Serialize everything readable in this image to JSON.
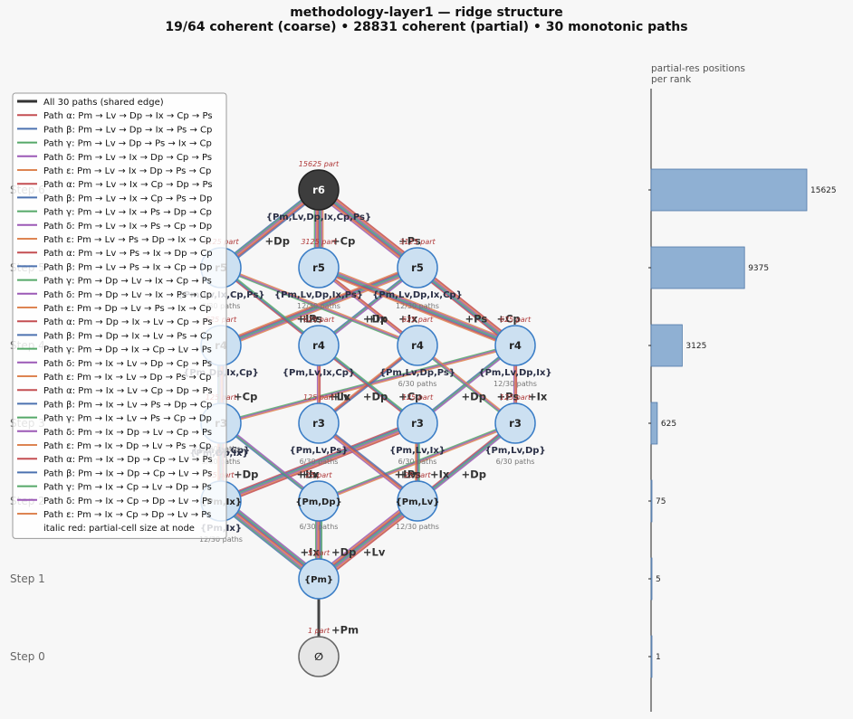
{
  "title": {
    "line1": "methodology-layer1 — ridge structure",
    "line2": "19/64 coherent (coarse)  •  28831 coherent (partial)  •  30 monotonic paths"
  },
  "colors": {
    "background": "#f7f7f7",
    "node_fill": "#cce0f1",
    "node_stroke": "#3a7dc6",
    "top_node_fill": "#3d3d3d",
    "empty_node_fill": "#e6e6e6",
    "bar_fill": "#8fb0d3",
    "partial_label": "#b03a3a",
    "path_palette": [
      "#c44e52",
      "#4c72b0",
      "#55a868",
      "#9b59b6",
      "#dd8452"
    ]
  },
  "steps": [
    {
      "label": "Step 0",
      "bar_value": 1,
      "bar_label": "1"
    },
    {
      "label": "Step 1",
      "bar_value": 5,
      "bar_label": "5"
    },
    {
      "label": "Step 2",
      "bar_value": 75,
      "bar_label": "75"
    },
    {
      "label": "Step 3",
      "bar_value": 625,
      "bar_label": "625"
    },
    {
      "label": "Step 4",
      "bar_value": 3125,
      "bar_label": "3125"
    },
    {
      "label": "Step 5",
      "bar_value": 9375,
      "bar_label": "9375"
    },
    {
      "label": "Step 6",
      "bar_value": 15625,
      "bar_label": "15625"
    }
  ],
  "bar_panel": {
    "title_line1": "partial-res positions",
    "title_line2": "per rank",
    "max": 15625
  },
  "nodes": [
    {
      "id": "n0",
      "step": 0,
      "col": 0,
      "label": "∅",
      "partial": "1 part",
      "set": "",
      "paths": "",
      "kind": "empty"
    },
    {
      "id": "n1",
      "step": 1,
      "col": 0,
      "label": "{Pm}",
      "partial": "5 part",
      "set": "",
      "paths": "",
      "kind": "normal"
    },
    {
      "id": "n2a",
      "step": 2,
      "col": -1,
      "label": "{Pm,Ix}",
      "partial": "25 part",
      "set": "{Pm,Ix}",
      "paths": "12/30 paths",
      "kind": "normal"
    },
    {
      "id": "n2b",
      "step": 2,
      "col": 0,
      "label": "{Pm,Dp}",
      "partial": "25 part",
      "set": "",
      "paths": "6/30 paths",
      "kind": "normal"
    },
    {
      "id": "n2c",
      "step": 2,
      "col": 1,
      "label": "{Pm,Lv}",
      "partial": "25 part",
      "set": "",
      "paths": "12/30 paths",
      "kind": "normal"
    },
    {
      "id": "n3a",
      "step": 3,
      "col": -1,
      "label": "r3",
      "partial": "125 part",
      "set": "{Pm,Ix,Cp}",
      "paths": "3/30 paths",
      "kind": "normal"
    },
    {
      "id": "n3b",
      "step": 3,
      "col": 0,
      "label": "r3",
      "partial": "125 part",
      "set": "{Pm,Lv,Ps}",
      "paths": "6/30 paths",
      "kind": "normal"
    },
    {
      "id": "n3c",
      "step": 3,
      "col": 1,
      "label": "r3",
      "partial": "125 part",
      "set": "{Pm,Lv,Ix}",
      "paths": "6/30 paths",
      "kind": "normal"
    },
    {
      "id": "n3d",
      "step": 3,
      "col": 2,
      "label": "r3",
      "partial": "125 part",
      "set": "{Pm,Lv,Dp}",
      "paths": "6/30 paths",
      "kind": "normal"
    },
    {
      "id": "n3e",
      "step": 3,
      "col": -1,
      "label": "",
      "partial": "",
      "set": "{Pm,Dp,Ix}",
      "paths": "6/30 paths",
      "kind": "hidden"
    },
    {
      "id": "n4a",
      "step": 4,
      "col": -1,
      "label": "r4",
      "partial": "625 part",
      "set": "{Pm,Dp,Ix,Cp}",
      "paths": "",
      "kind": "normal"
    },
    {
      "id": "n4b",
      "step": 4,
      "col": 0,
      "label": "r4",
      "partial": "625 part",
      "set": "{Pm,Lv,Ix,Cp}",
      "paths": "",
      "kind": "normal"
    },
    {
      "id": "n4c",
      "step": 4,
      "col": 1,
      "label": "r4",
      "partial": "625 part",
      "set": "{Pm,Lv,Dp,Ps}",
      "paths": "6/30 paths",
      "kind": "normal"
    },
    {
      "id": "n4d",
      "step": 4,
      "col": 2,
      "label": "r4",
      "partial": "625 part",
      "set": "{Pm,Lv,Dp,Ix}",
      "paths": "12/30 paths",
      "kind": "normal"
    },
    {
      "id": "n5a",
      "step": 5,
      "col": -1,
      "label": "r5",
      "partial": "3125 part",
      "set": "{Pm,Lv,Ix,Cp,Ps}",
      "paths": "6/30 paths",
      "kind": "normal"
    },
    {
      "id": "n5b",
      "step": 5,
      "col": 0,
      "label": "r5",
      "partial": "3125 part",
      "set": "{Pm,Lv,Dp,Ix,Ps}",
      "paths": "12/30 paths",
      "kind": "normal"
    },
    {
      "id": "n5c",
      "step": 5,
      "col": 1,
      "label": "r5",
      "partial": "3125 part",
      "set": "{Pm,Lv,Dp,Ix,Cp}",
      "paths": "12/30 paths",
      "kind": "normal"
    },
    {
      "id": "n6",
      "step": 6,
      "col": 0,
      "label": "r6",
      "partial": "15625 part",
      "set": "{Pm,Lv,Dp,Ix,Cp,Ps}",
      "paths": "",
      "kind": "top"
    }
  ],
  "edges": [
    {
      "from": "n0",
      "to": "n1",
      "label": "+Pm",
      "count": 30
    },
    {
      "from": "n1",
      "to": "n2a",
      "label": "+Ix",
      "count": 12
    },
    {
      "from": "n1",
      "to": "n2b",
      "label": "+Dp",
      "count": 6
    },
    {
      "from": "n1",
      "to": "n2c",
      "label": "+Lv",
      "count": 12
    },
    {
      "from": "n2a",
      "to": "n3a",
      "label": "+Dp",
      "count": 6
    },
    {
      "from": "n2a",
      "to": "n3c",
      "label": "+Lv",
      "count": 6
    },
    {
      "from": "n2b",
      "to": "n3a",
      "label": "+Ix",
      "count": 3
    },
    {
      "from": "n2b",
      "to": "n3d",
      "label": "+Lv",
      "count": 3
    },
    {
      "from": "n2c",
      "to": "n3b",
      "label": "+Ps",
      "count": 4
    },
    {
      "from": "n2c",
      "to": "n3c",
      "label": "+Ix",
      "count": 4
    },
    {
      "from": "n2c",
      "to": "n3d",
      "label": "+Dp",
      "count": 4
    },
    {
      "from": "n3a",
      "to": "n4a",
      "label": "+Cp",
      "count": 6
    },
    {
      "from": "n3a",
      "to": "n4d",
      "label": "+Lv",
      "count": 3
    },
    {
      "from": "n3b",
      "to": "n4b",
      "label": "+Ix",
      "count": 3
    },
    {
      "from": "n3b",
      "to": "n4c",
      "label": "+Dp",
      "count": 3
    },
    {
      "from": "n3c",
      "to": "n4b",
      "label": "+Cp",
      "count": 3
    },
    {
      "from": "n3c",
      "to": "n4d",
      "label": "+Dp",
      "count": 3
    },
    {
      "from": "n3d",
      "to": "n4c",
      "label": "+Ps",
      "count": 3
    },
    {
      "from": "n3d",
      "to": "n4d",
      "label": "+Ix",
      "count": 3
    },
    {
      "from": "n4a",
      "to": "n5c",
      "label": "+Lv",
      "count": 6
    },
    {
      "from": "n4b",
      "to": "n5a",
      "label": "+Ps",
      "count": 3
    },
    {
      "from": "n4b",
      "to": "n5c",
      "label": "+Dp",
      "count": 3
    },
    {
      "from": "n4c",
      "to": "n5a",
      "label": "+Ix",
      "count": 3
    },
    {
      "from": "n4c",
      "to": "n5b",
      "label": "+Ix",
      "count": 3
    },
    {
      "from": "n4d",
      "to": "n5b",
      "label": "+Ps",
      "count": 6
    },
    {
      "from": "n4d",
      "to": "n5c",
      "label": "+Cp",
      "count": 6
    },
    {
      "from": "n5a",
      "to": "n6",
      "label": "+Dp",
      "count": 6
    },
    {
      "from": "n5b",
      "to": "n6",
      "label": "+Cp",
      "count": 12
    },
    {
      "from": "n5c",
      "to": "n6",
      "label": "+Ps",
      "count": 12
    }
  ],
  "legend": {
    "shared_edge": "All 30 paths (shared edge)",
    "note": "italic red: partial-cell size at node",
    "paths": [
      "Path α: Pm → Lv → Dp → Ix → Cp → Ps",
      "Path β: Pm → Lv → Dp → Ix → Ps → Cp",
      "Path γ: Pm → Lv → Dp → Ps → Ix → Cp",
      "Path δ: Pm → Lv → Ix → Dp → Cp → Ps",
      "Path ε: Pm → Lv → Ix → Dp → Ps → Cp",
      "Path α: Pm → Lv → Ix → Cp → Dp → Ps",
      "Path β: Pm → Lv → Ix → Cp → Ps → Dp",
      "Path γ: Pm → Lv → Ix → Ps → Dp → Cp",
      "Path δ: Pm → Lv → Ix → Ps → Cp → Dp",
      "Path ε: Pm → Lv → Ps → Dp → Ix → Cp",
      "Path α: Pm → Lv → Ps → Ix → Dp → Cp",
      "Path β: Pm → Lv → Ps → Ix → Cp → Dp",
      "Path γ: Pm → Dp → Lv → Ix → Cp → Ps",
      "Path δ: Pm → Dp → Lv → Ix → Ps → Cp",
      "Path ε: Pm → Dp → Lv → Ps → Ix → Cp",
      "Path α: Pm → Dp → Ix → Lv → Cp → Ps",
      "Path β: Pm → Dp → Ix → Lv → Ps → Cp",
      "Path γ: Pm → Dp → Ix → Cp → Lv → Ps",
      "Path δ: Pm → Ix → Lv → Dp → Cp → Ps",
      "Path ε: Pm → Ix → Lv → Dp → Ps → Cp",
      "Path α: Pm → Ix → Lv → Cp → Dp → Ps",
      "Path β: Pm → Ix → Lv → Ps → Dp → Cp",
      "Path γ: Pm → Ix → Lv → Ps → Cp → Dp",
      "Path δ: Pm → Ix → Dp → Lv → Cp → Ps",
      "Path ε: Pm → Ix → Dp → Lv → Ps → Cp",
      "Path α: Pm → Ix → Dp → Cp → Lv → Ps",
      "Path β: Pm → Ix → Dp → Cp → Lv → Ps",
      "Path γ: Pm → Ix → Cp → Lv → Dp → Ps",
      "Path δ: Pm → Ix → Cp → Dp → Lv → Ps",
      "Path ε: Pm → Ix → Cp → Dp → Lv → Ps"
    ]
  }
}
